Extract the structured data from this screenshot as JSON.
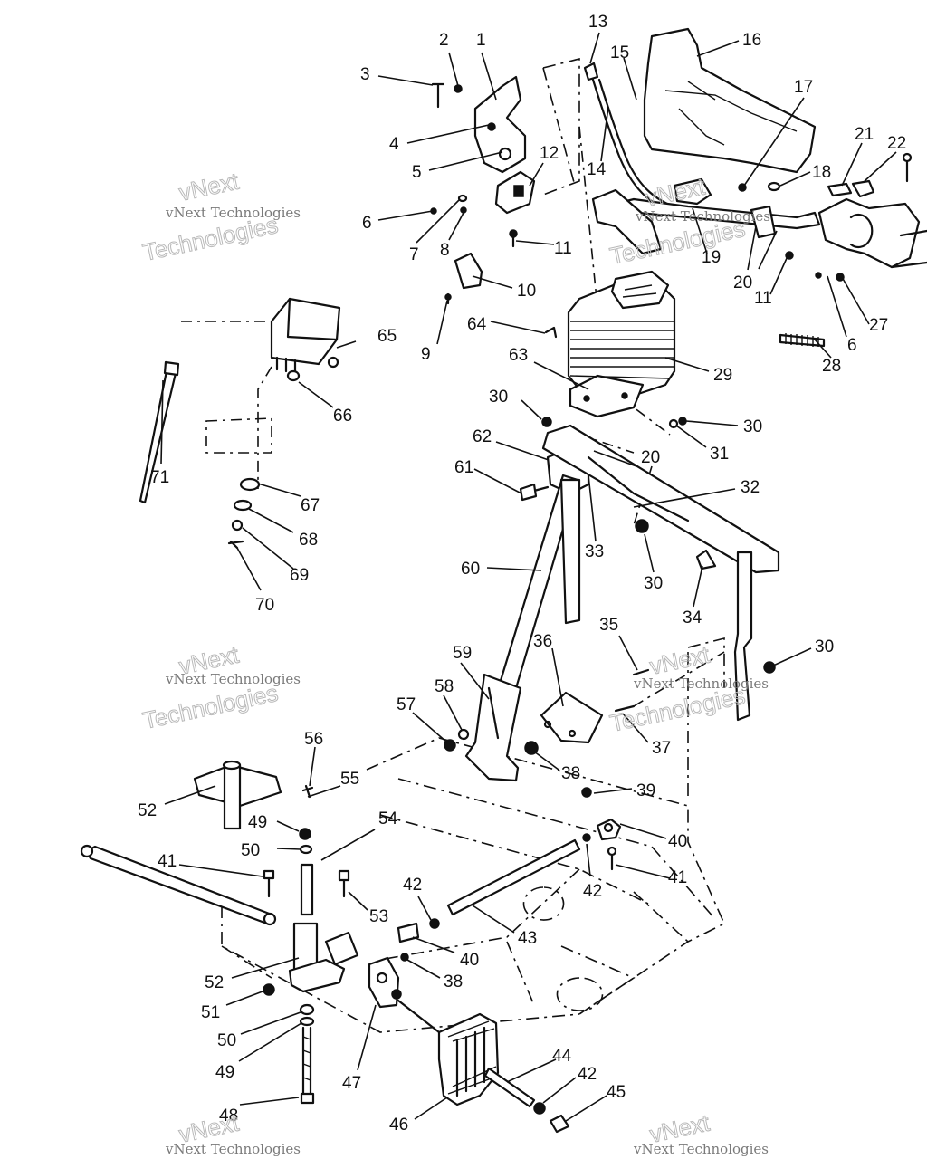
{
  "diagram": {
    "callouts": {
      "c1": "1",
      "c2": "2",
      "c3": "3",
      "c4": "4",
      "c5": "5",
      "c6": "6",
      "c7": "7",
      "c8": "8",
      "c9": "9",
      "c10": "10",
      "c11": "11",
      "c12": "12",
      "c13": "13",
      "c14": "14",
      "c15": "15",
      "c16": "16",
      "c17": "17",
      "c18": "18",
      "c19": "19",
      "c20": "20",
      "c21": "21",
      "c22": "22",
      "c27": "27",
      "c28": "28",
      "c29": "29",
      "c30": "30",
      "c31": "31",
      "c32": "32",
      "c33": "33",
      "c34": "34",
      "c35": "35",
      "c36": "36",
      "c37": "37",
      "c38": "38",
      "c39": "39",
      "c40": "40",
      "c41": "41",
      "c42": "42",
      "c43": "43",
      "c44": "44",
      "c45": "45",
      "c46": "46",
      "c47": "47",
      "c48": "48",
      "c49": "49",
      "c50": "50",
      "c51": "51",
      "c52": "52",
      "c53": "53",
      "c54": "54",
      "c55": "55",
      "c56": "56",
      "c57": "57",
      "c58": "58",
      "c59": "59",
      "c60": "60",
      "c61": "61",
      "c62": "62",
      "c63": "63",
      "c64": "64",
      "c65": "65",
      "c66": "66",
      "c67": "67",
      "c68": "68",
      "c69": "69",
      "c70": "70",
      "c71": "71"
    },
    "watermark": {
      "brand": "vNext",
      "company": "vNext Technologies",
      "word": "Technologies"
    }
  }
}
